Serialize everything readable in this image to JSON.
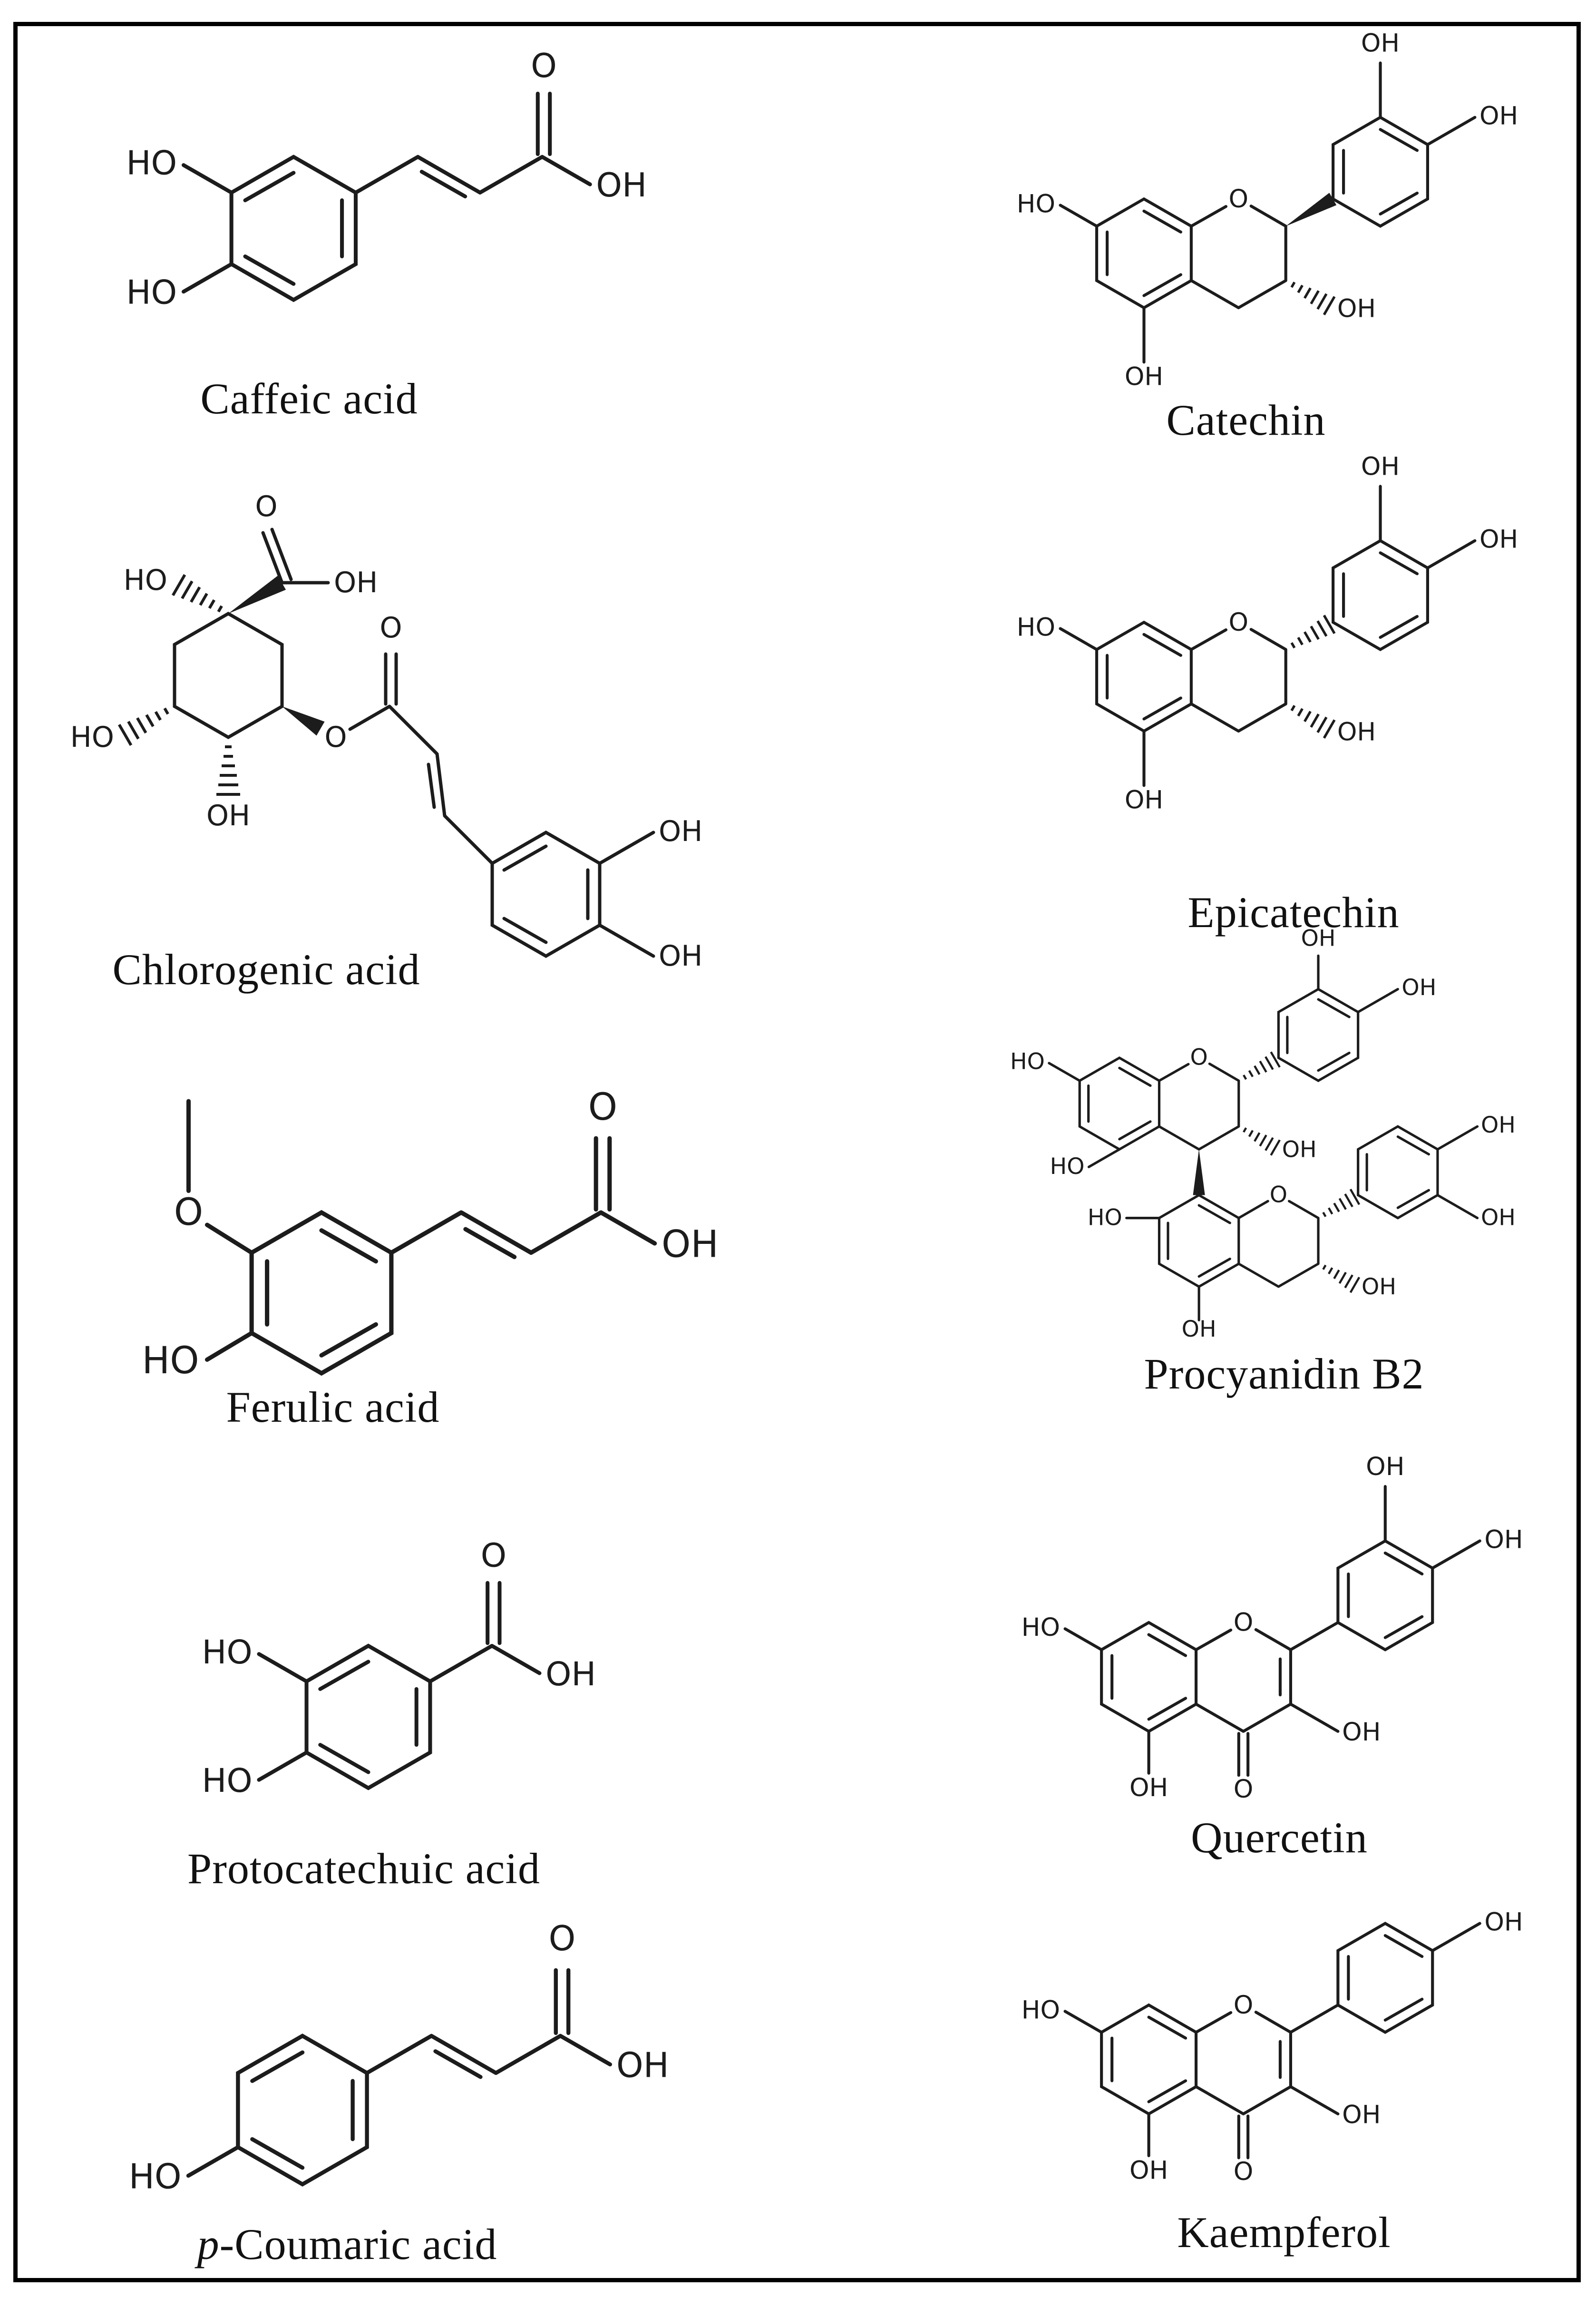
{
  "figure": {
    "description": "Chemical structures of phenolic compounds",
    "ink_color": "#1c1c1c",
    "background_color": "#ffffff",
    "compounds": {
      "caffeic_acid": {
        "name": "Caffeic acid",
        "labels": {
          "ho_top": "HO",
          "ho_bottom": "HO",
          "carbonyl_o": "O",
          "acid_oh": "OH"
        }
      },
      "chlorogenic_acid": {
        "name": "Chlorogenic acid",
        "labels": {
          "ho_top": "HO",
          "carboxyl_o": "O",
          "carboxyl_oh": "OH",
          "ho_left": "HO",
          "oh_bottom": "OH",
          "ester_o": "O",
          "ester_carbonyl_o": "O",
          "catechol_oh_top": "OH",
          "catechol_oh_bottom": "OH"
        }
      },
      "ferulic_acid": {
        "name": "Ferulic acid",
        "labels": {
          "methoxy_o": "O",
          "ho": "HO",
          "carbonyl_o": "O",
          "acid_oh": "OH"
        }
      },
      "protocatechuic_acid": {
        "name": "Protocatechuic acid",
        "labels": {
          "ho_top": "HO",
          "ho_bottom": "HO",
          "carbonyl_o": "O",
          "acid_oh": "OH"
        }
      },
      "p_coumaric_acid": {
        "name_italic": "p",
        "name_rest": "-Coumaric acid",
        "labels": {
          "ho": "HO",
          "carbonyl_o": "O",
          "acid_oh": "OH"
        }
      },
      "catechin": {
        "name": "Catechin",
        "labels": {
          "bring_oh_top": "OH",
          "bring_oh_right": "OH",
          "aring_ho": "HO",
          "pyran_o": "O",
          "c3_oh": "OH",
          "aring_oh_bottom": "OH"
        }
      },
      "epicatechin": {
        "name": "Epicatechin",
        "labels": {
          "bring_oh_top": "OH",
          "bring_oh_right": "OH",
          "aring_ho": "HO",
          "pyran_o": "O",
          "c3_oh": "OH",
          "aring_oh_bottom": "OH"
        }
      },
      "procyanidin_b2": {
        "name": "Procyanidin B2",
        "labels": {
          "u_bring_oh_top": "OH",
          "u_bring_oh_right": "OH",
          "u_aring_ho": "HO",
          "u_aring_ho_bottom": "HO",
          "u_pyran_o": "O",
          "u_c3_oh": "OH",
          "l_aring_ho": "HO",
          "l_pyran_o": "O",
          "l_aring_oh_bottom": "OH",
          "l_bring_oh_top": "OH",
          "l_bring_oh_bottom": "OH",
          "l_c3_oh": "OH"
        }
      },
      "quercetin": {
        "name": "Quercetin",
        "labels": {
          "bring_oh_top": "OH",
          "bring_oh_right": "OH",
          "aring_ho": "HO",
          "pyran_o": "O",
          "c3_oh": "OH",
          "aring_oh_bottom": "OH",
          "ketone_o": "O"
        }
      },
      "kaempferol": {
        "name": "Kaempferol",
        "labels": {
          "bring_oh": "OH",
          "aring_ho": "HO",
          "pyran_o": "O",
          "c3_oh": "OH",
          "aring_oh_bottom": "OH",
          "ketone_o": "O"
        }
      }
    }
  }
}
